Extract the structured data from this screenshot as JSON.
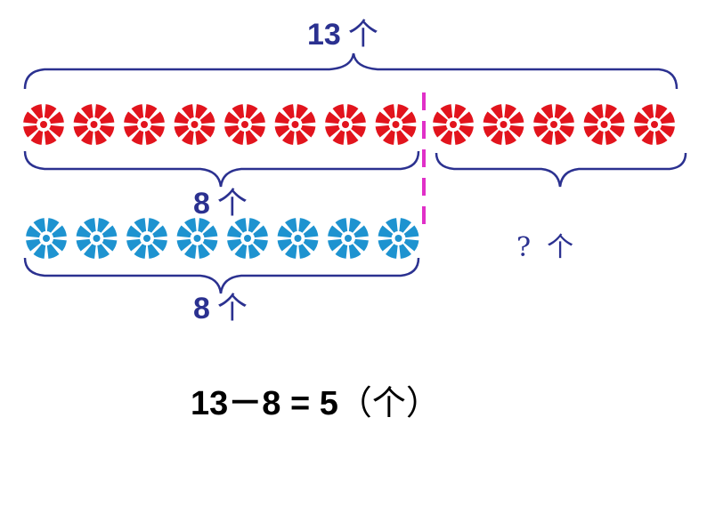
{
  "diagram": {
    "total_label": {
      "number": "13",
      "unit": "个"
    },
    "red_count_label": {
      "number": "8",
      "unit": "个"
    },
    "blue_count_label": {
      "number": "8",
      "unit": "个"
    },
    "unknown_label": {
      "mark": "?",
      "unit": "个"
    },
    "red_flower_count": 13,
    "blue_flower_count": 8,
    "red_group_split": 8,
    "colors": {
      "red": "#e2141d",
      "blue": "#1e93d0",
      "brace": "#2b3190",
      "divider": "#e030c8"
    }
  },
  "equation": {
    "text": "13－8 = 5",
    "unit": "（个）"
  }
}
